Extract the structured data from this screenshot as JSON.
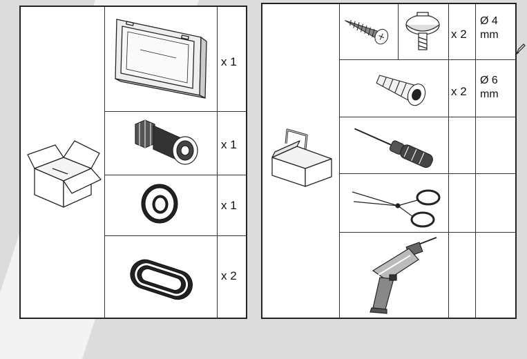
{
  "left_panel": {
    "items": [
      {
        "icon": "emergency-light-icon",
        "qty": "x 1"
      },
      {
        "icon": "cable-gland-icon",
        "qty": "x 1"
      },
      {
        "icon": "sealing-ring-icon",
        "qty": "x 1"
      },
      {
        "icon": "grommet-icon",
        "qty": "x 2"
      }
    ],
    "box_icon": "open-box-icon"
  },
  "right_panel": {
    "toolbox_icon": "toolbox-icon",
    "rows": [
      {
        "icons": [
          "screw-icon",
          "screw-cap-icon"
        ],
        "qty": "x 2",
        "dim_line1": "Ø 4",
        "dim_line2": "mm"
      },
      {
        "icons": [
          "wall-plug-icon"
        ],
        "qty": "x 2",
        "dim_line1": "Ø 6",
        "dim_line2": "mm"
      },
      {
        "icons": [
          "screwdriver-icon"
        ],
        "qty": "",
        "dim_line1": "",
        "dim_line2": ""
      },
      {
        "icons": [
          "scissors-icon"
        ],
        "qty": "",
        "dim_line1": "",
        "dim_line2": ""
      },
      {
        "icons": [
          "drill-icon"
        ],
        "qty": "",
        "dim_line1": "",
        "dim_line2": ""
      }
    ]
  },
  "side_icon": "pen-icon"
}
